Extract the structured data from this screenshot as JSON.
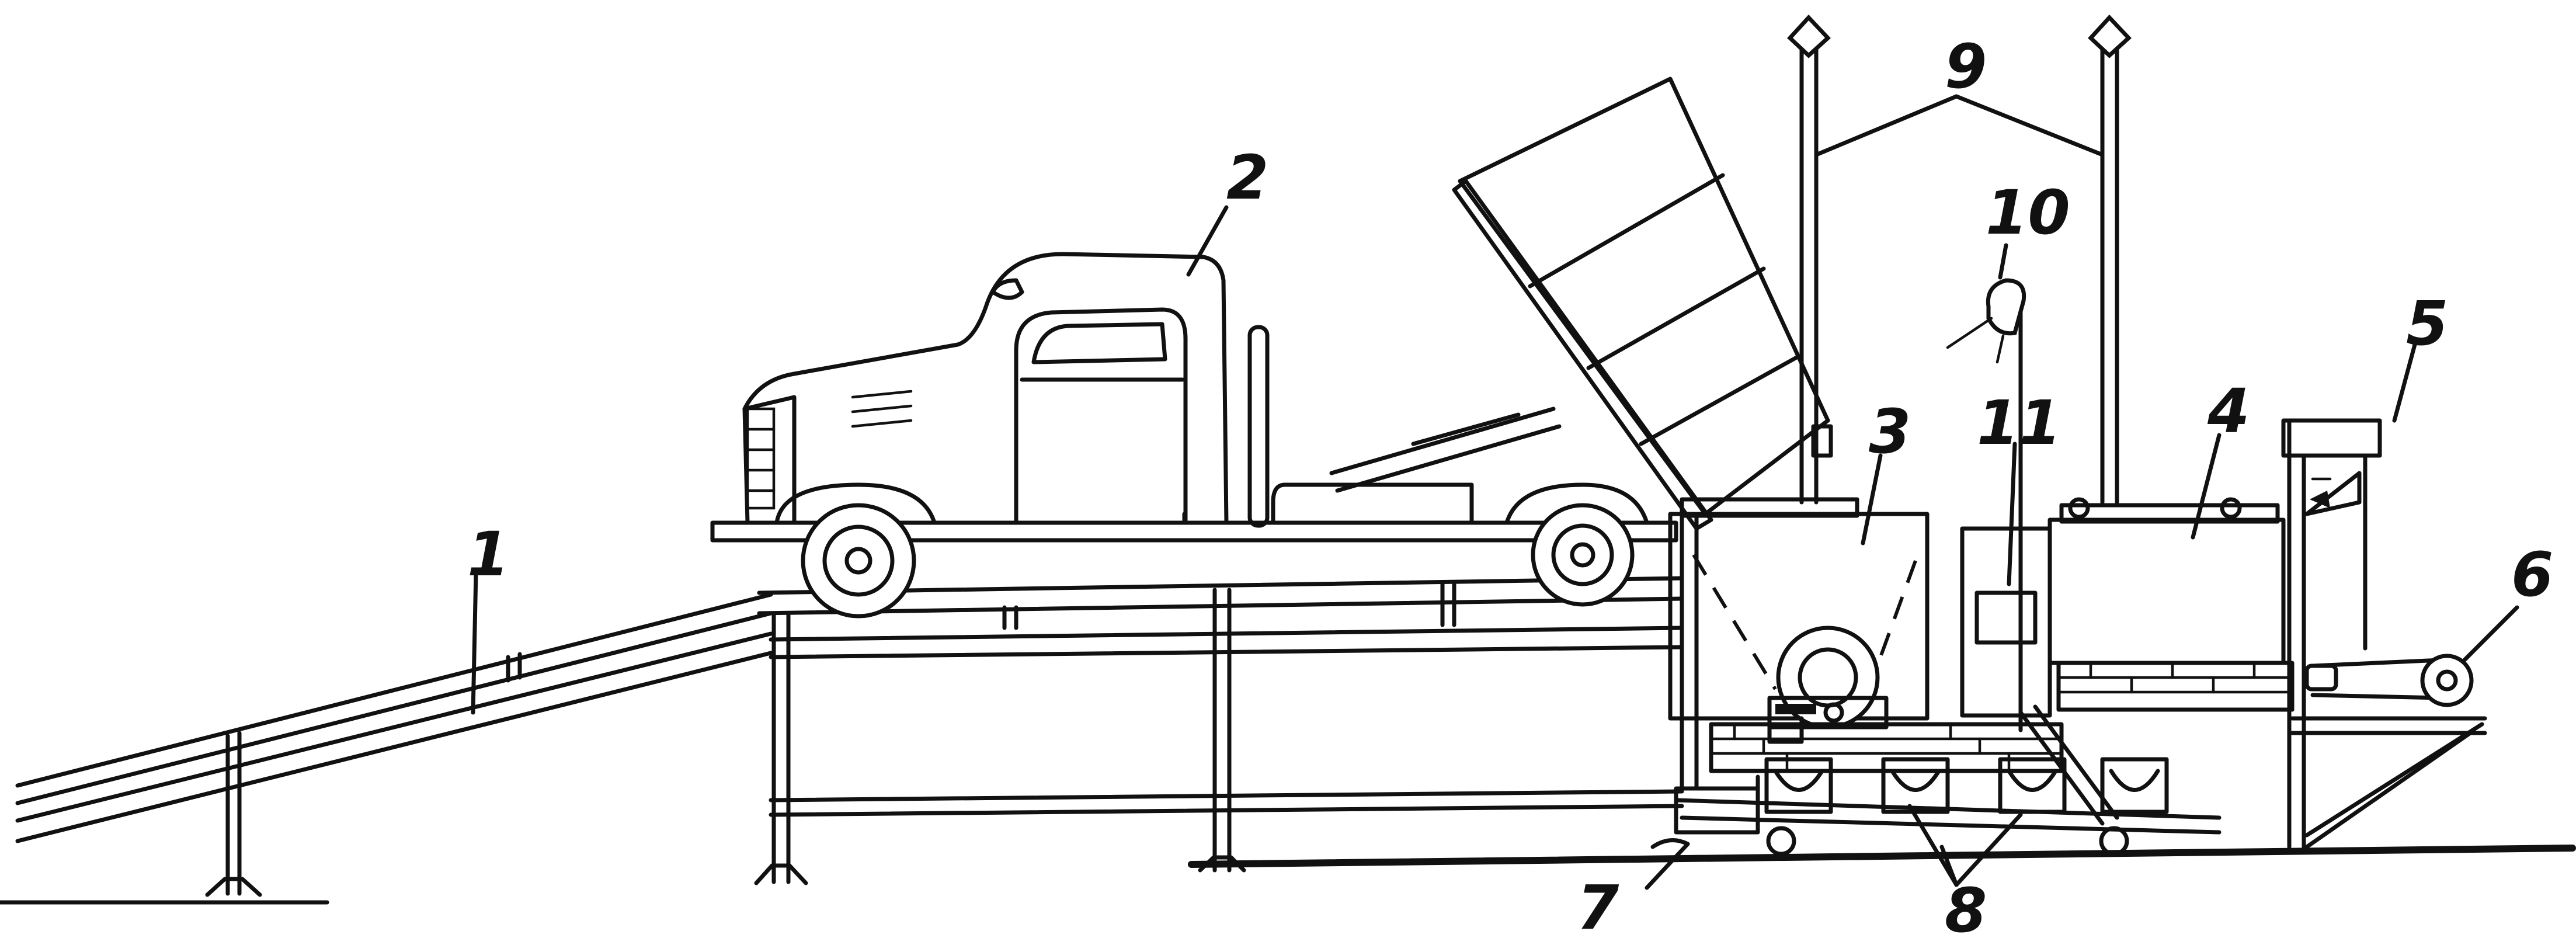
{
  "labels": {
    "ramp": "1",
    "truck": "2",
    "hopper_left": "3",
    "hopper_right": "4",
    "control_box": "5",
    "conveyor_drum": "6",
    "carriage": "7",
    "buckets": "8",
    "masts": "9",
    "lamp": "10",
    "panel": "11"
  }
}
